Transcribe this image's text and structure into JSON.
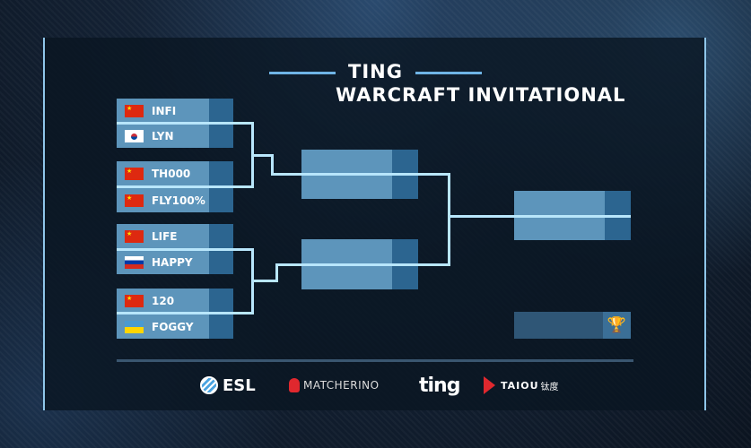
{
  "title": {
    "top": "TING",
    "main": "WARCRAFT INVITATIONAL"
  },
  "players": [
    {
      "name": "INFI",
      "flag": "cn"
    },
    {
      "name": "LYN",
      "flag": "kr"
    },
    {
      "name": "TH000",
      "flag": "cn"
    },
    {
      "name": "FLY100%",
      "flag": "cn"
    },
    {
      "name": "LIFE",
      "flag": "cn"
    },
    {
      "name": "HAPPY",
      "flag": "ru"
    },
    {
      "name": "120",
      "flag": "cn"
    },
    {
      "name": "FOGGY",
      "flag": "ua"
    }
  ],
  "sponsors": {
    "esl": "ESL",
    "matcherino": "MATCHERINO",
    "ting": "ting",
    "taiou": "TAIOU",
    "taiou_cn": "钛度"
  },
  "trophy_icon": "trophy-icon",
  "colors": {
    "slot": "#5d95bb",
    "score": "#2c6590",
    "line": "#b8e6fb"
  }
}
